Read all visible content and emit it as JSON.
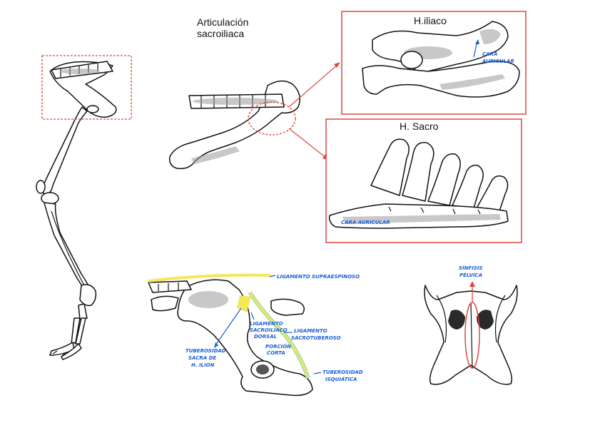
{
  "titles": {
    "sacroiliac_line1": "Articulación",
    "sacroiliac_line2": "sacroiliaca",
    "iliac_box": "H.iliaco",
    "sacrum_box": "H. Sacro"
  },
  "annotations": {
    "cara_auricular_iliac_1": "CARA",
    "cara_auricular_iliac_2": "AURICULAR",
    "cara_auricular_sacrum": "CARA  AURICULAR",
    "lig_supraespinoso": "LIGAMENTO SUPRAESPINOSO",
    "lig_sacroiliaco_1": "LIGAMENTO",
    "lig_sacroiliaco_2": "SACROILIACO",
    "lig_sacroiliaco_3": "DORSAL",
    "porcion_1": "PORCIÓN",
    "porcion_2": "CORTA",
    "lig_sacrotuberoso_1": "LIGAMENTO",
    "lig_sacrotuberoso_2": "SACROTUBEROSO",
    "tub_sacra_1": "TUBEROSIDAD",
    "tub_sacra_2": "SACRA DE",
    "tub_sacra_3": "H. ILION",
    "tub_isquiatica_1": "TUBEROSIDAD",
    "tub_isquiatica_2": "ISQUIÁTICA",
    "sinfisis_1": "SÍNFISIS",
    "sinfisis_2": "PÉLVICA"
  },
  "colors": {
    "callout_red": "#e0463a",
    "note_blue": "#1a5fd6",
    "ligament_yellow": "#f2e85a",
    "ligament_green": "#a8dcb0",
    "bone_shade": "#9a9a9a"
  }
}
